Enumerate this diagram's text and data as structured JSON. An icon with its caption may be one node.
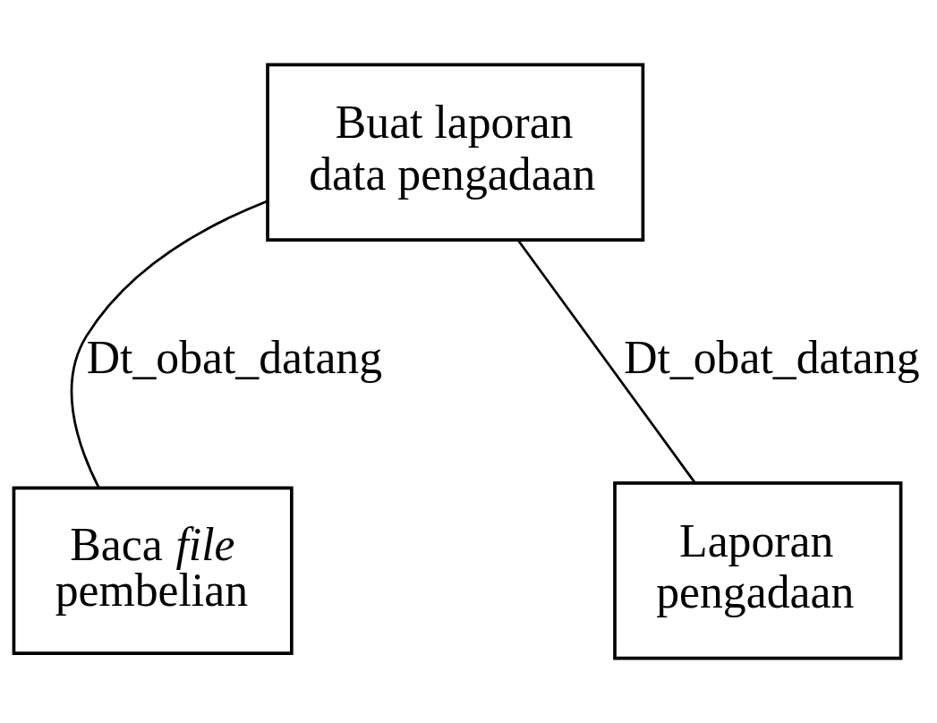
{
  "diagram": {
    "nodes": [
      {
        "text": [
          "Buat laporan data pengadaan"
        ]
      },
      {
        "text": [
          "Baca *file* pembelian"
        ]
      },
      {
        "text": [
          "Laporan pengadaan"
        ]
      }
    ],
    "edges": [
      {
        "from": 0,
        "to": 1,
        "arrow": "none",
        "label": "Dt_obat_datang"
      },
      {
        "from": 0,
        "to": 2,
        "arrow": "none",
        "label": "Dt_obat_datang"
      }
    ]
  }
}
